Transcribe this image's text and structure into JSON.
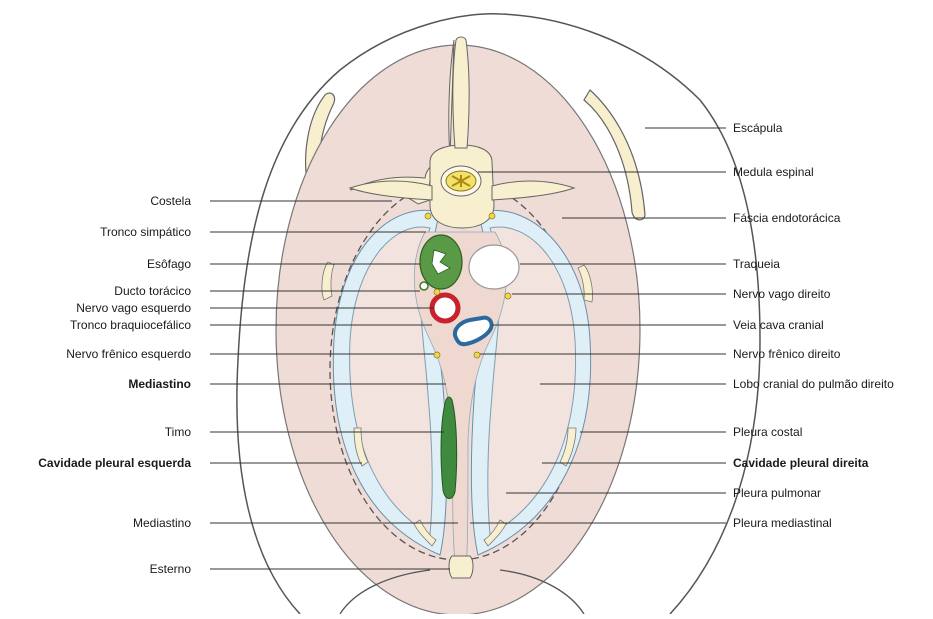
{
  "diagram": {
    "labels_left": [
      {
        "id": "costela",
        "text": "Costela",
        "bold": false
      },
      {
        "id": "tronco-simpatico",
        "text": "Tronco simpático",
        "bold": false
      },
      {
        "id": "esofago",
        "text": "Esôfago",
        "bold": false
      },
      {
        "id": "ducto-toracico",
        "text": "Ducto torácico",
        "bold": false
      },
      {
        "id": "nervo-vago-esquerdo",
        "text": "Nervo vago esquerdo",
        "bold": false
      },
      {
        "id": "tronco-braquiocefalico",
        "text": "Tronco braquiocefálico",
        "bold": false
      },
      {
        "id": "nervo-frenico-esquerdo",
        "text": "Nervo frênico esquerdo",
        "bold": false
      },
      {
        "id": "mediastino-1",
        "text": "Mediastino",
        "bold": true
      },
      {
        "id": "timo",
        "text": "Timo",
        "bold": false
      },
      {
        "id": "cavidade-pleural-esquerda",
        "text": "Cavidade pleural esquerda",
        "bold": true
      },
      {
        "id": "mediastino-2",
        "text": "Mediastino",
        "bold": false
      },
      {
        "id": "esterno",
        "text": "Esterno",
        "bold": false
      }
    ],
    "labels_right": [
      {
        "id": "escapula",
        "text": "Escápula",
        "bold": false
      },
      {
        "id": "medula-espinal",
        "text": "Medula espinal",
        "bold": false
      },
      {
        "id": "fascia-endotoracica",
        "text": "Fáscia endotorácica",
        "bold": false
      },
      {
        "id": "traqueia",
        "text": "Traqueia",
        "bold": false
      },
      {
        "id": "nervo-vago-direito",
        "text": "Nervo vago direito",
        "bold": false
      },
      {
        "id": "veia-cava-cranial",
        "text": "Veia cava cranial",
        "bold": false
      },
      {
        "id": "nervo-frenico-direito",
        "text": "Nervo frênico direito",
        "bold": false
      },
      {
        "id": "lobo-cranial",
        "text": "Lobo cranial do pulmão direito",
        "bold": false
      },
      {
        "id": "pleura-costal",
        "text": "Pleura costal",
        "bold": false
      },
      {
        "id": "cavidade-pleural-direita",
        "text": "Cavidade pleural direita",
        "bold": true
      },
      {
        "id": "pleura-pulmonar",
        "text": "Pleura pulmonar",
        "bold": false
      },
      {
        "id": "pleura-mediastinal",
        "text": "Pleura mediastinal",
        "bold": false
      }
    ],
    "colors": {
      "body_fill": "#f0dcd6",
      "pleura_fill": "#dfeff7",
      "lung_fill": "#f3e3de",
      "bone_fill": "#f8efcf",
      "cord_fill": "#f2e16a",
      "esophagus_fill": "#5a9a46",
      "artery_fill": "#c8232c",
      "vein_fill": "#2c6a9e",
      "thymus_fill": "#3f8a3e",
      "outline": "#444444",
      "leader": "#333333"
    }
  }
}
